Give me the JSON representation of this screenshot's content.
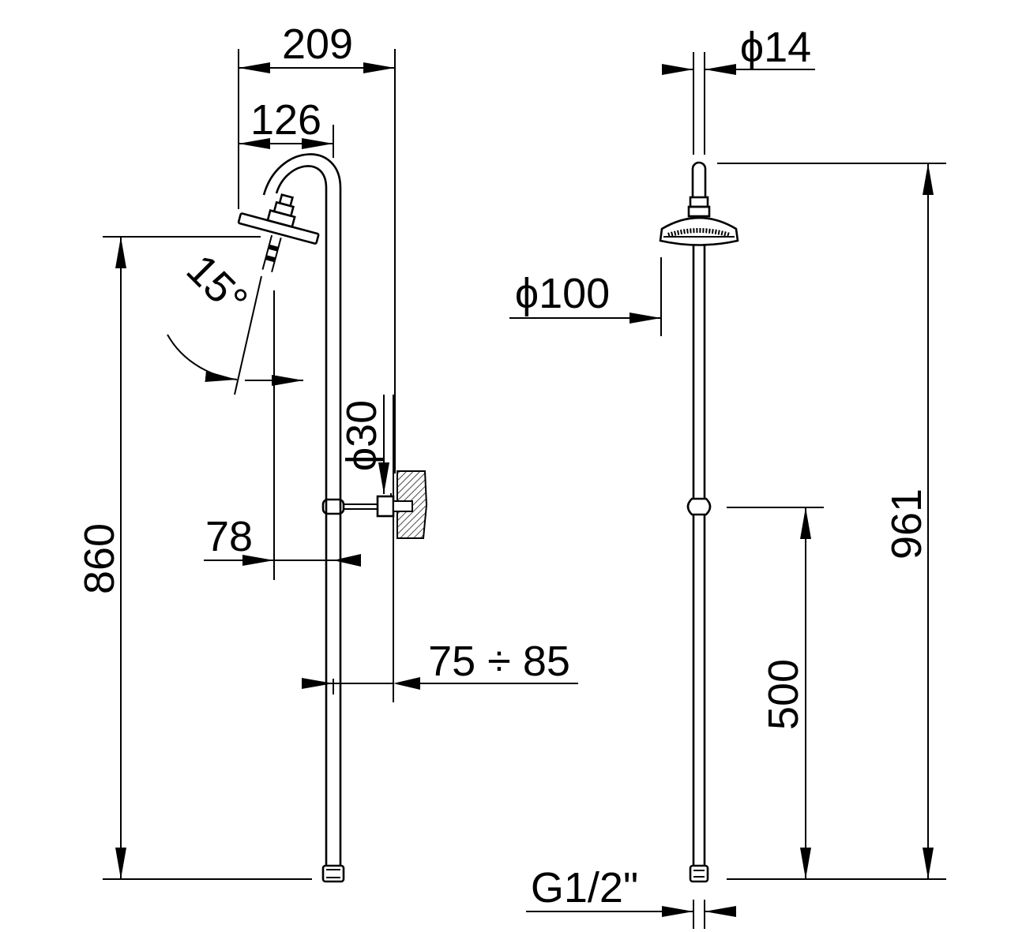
{
  "side_view": {
    "dim_overall_reach": "209",
    "dim_head_offset": "126",
    "dim_tilt_angle": "15°",
    "dim_height": "860",
    "dim_bracket_offset": "78",
    "dim_bracket_diameter": "ϕ30",
    "dim_wall_distance": "75 ÷ 85"
  },
  "front_view": {
    "dim_pipe_diameter": "ϕ14",
    "dim_head_diameter": "ϕ100",
    "dim_total_height": "961",
    "dim_bracket_height": "500",
    "dim_thread": "G1/2\""
  },
  "colors": {
    "line": "#000000",
    "background": "#ffffff"
  }
}
